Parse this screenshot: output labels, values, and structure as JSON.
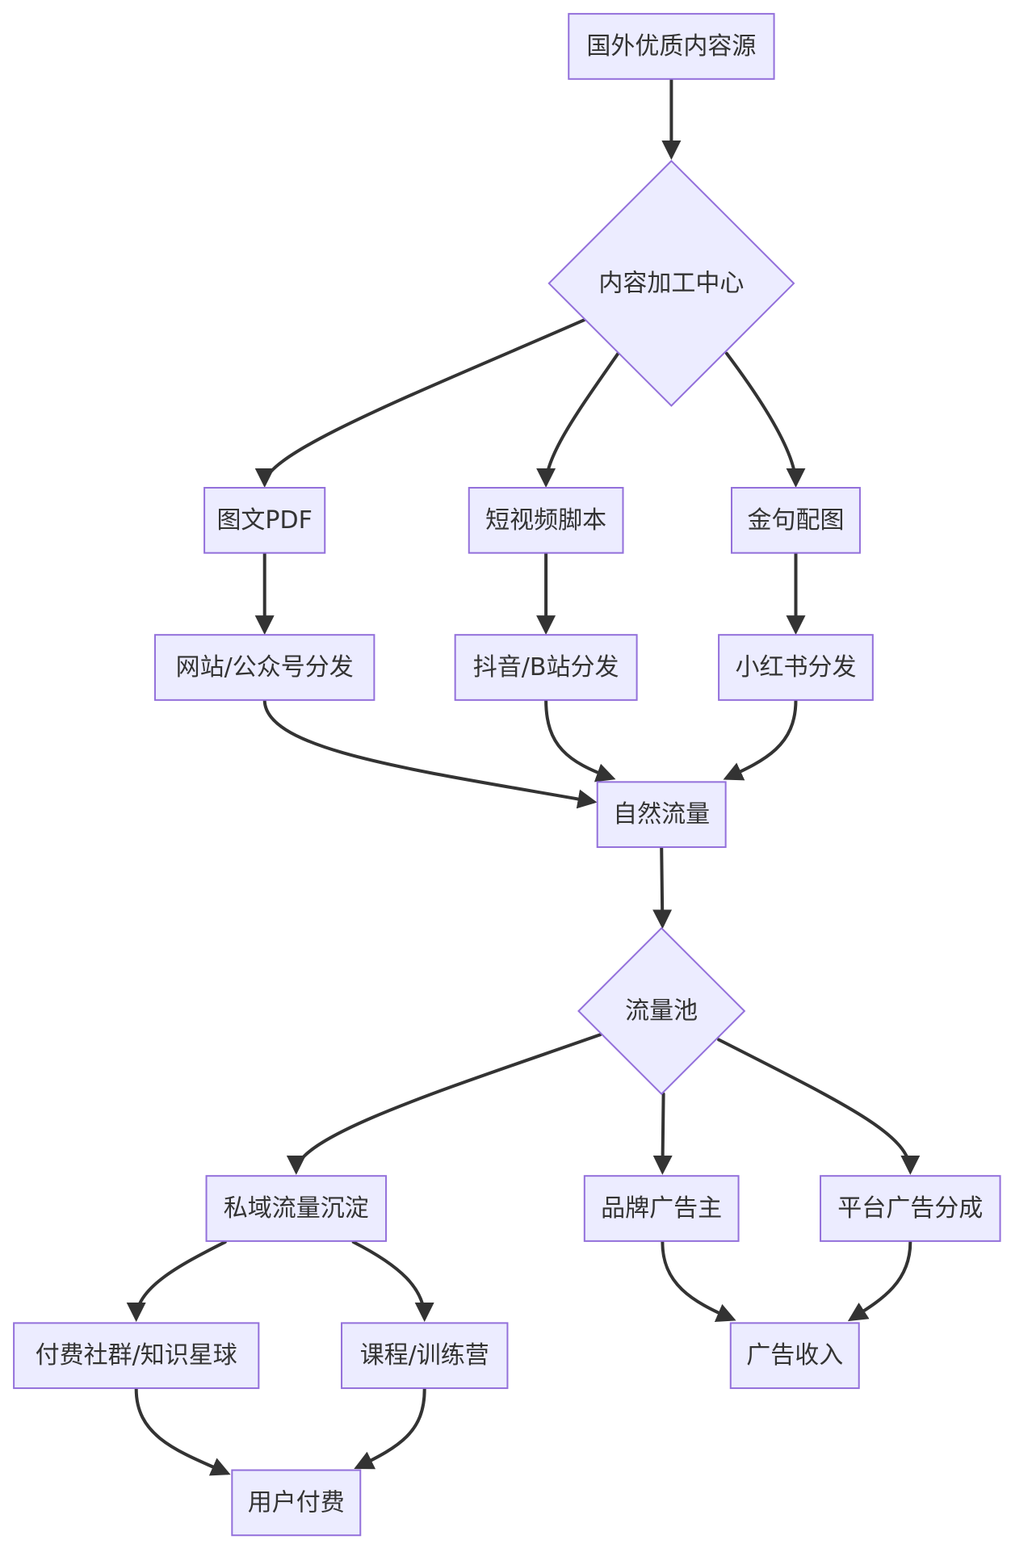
{
  "diagram": {
    "nodes": [
      {
        "id": "source",
        "label": "国外优质内容源",
        "shape": "rect"
      },
      {
        "id": "center",
        "label": "内容加工中心",
        "shape": "diamond"
      },
      {
        "id": "pdf",
        "label": "图文PDF",
        "shape": "rect"
      },
      {
        "id": "script",
        "label": "短视频脚本",
        "shape": "rect"
      },
      {
        "id": "quote",
        "label": "金句配图",
        "shape": "rect"
      },
      {
        "id": "web",
        "label": "网站/公众号分发",
        "shape": "rect"
      },
      {
        "id": "douyin",
        "label": "抖音/B站分发",
        "shape": "rect"
      },
      {
        "id": "xhs",
        "label": "小红书分发",
        "shape": "rect"
      },
      {
        "id": "natural",
        "label": "自然流量",
        "shape": "rect"
      },
      {
        "id": "pool",
        "label": "流量池",
        "shape": "diamond"
      },
      {
        "id": "private",
        "label": "私域流量沉淀",
        "shape": "rect"
      },
      {
        "id": "brand",
        "label": "品牌广告主",
        "shape": "rect"
      },
      {
        "id": "platform",
        "label": "平台广告分成",
        "shape": "rect"
      },
      {
        "id": "community",
        "label": "付费社群/知识星球",
        "shape": "rect"
      },
      {
        "id": "course",
        "label": "课程/训练营",
        "shape": "rect"
      },
      {
        "id": "adincome",
        "label": "广告收入",
        "shape": "rect"
      },
      {
        "id": "userpay",
        "label": "用户付费",
        "shape": "rect"
      }
    ],
    "edges": [
      {
        "from": "source",
        "to": "center"
      },
      {
        "from": "center",
        "to": "pdf"
      },
      {
        "from": "center",
        "to": "script"
      },
      {
        "from": "center",
        "to": "quote"
      },
      {
        "from": "pdf",
        "to": "web"
      },
      {
        "from": "script",
        "to": "douyin"
      },
      {
        "from": "quote",
        "to": "xhs"
      },
      {
        "from": "web",
        "to": "natural"
      },
      {
        "from": "douyin",
        "to": "natural"
      },
      {
        "from": "xhs",
        "to": "natural"
      },
      {
        "from": "natural",
        "to": "pool"
      },
      {
        "from": "pool",
        "to": "private"
      },
      {
        "from": "pool",
        "to": "brand"
      },
      {
        "from": "pool",
        "to": "platform"
      },
      {
        "from": "private",
        "to": "community"
      },
      {
        "from": "private",
        "to": "course"
      },
      {
        "from": "brand",
        "to": "adincome"
      },
      {
        "from": "platform",
        "to": "adincome"
      },
      {
        "from": "community",
        "to": "userpay"
      },
      {
        "from": "course",
        "to": "userpay"
      }
    ]
  }
}
